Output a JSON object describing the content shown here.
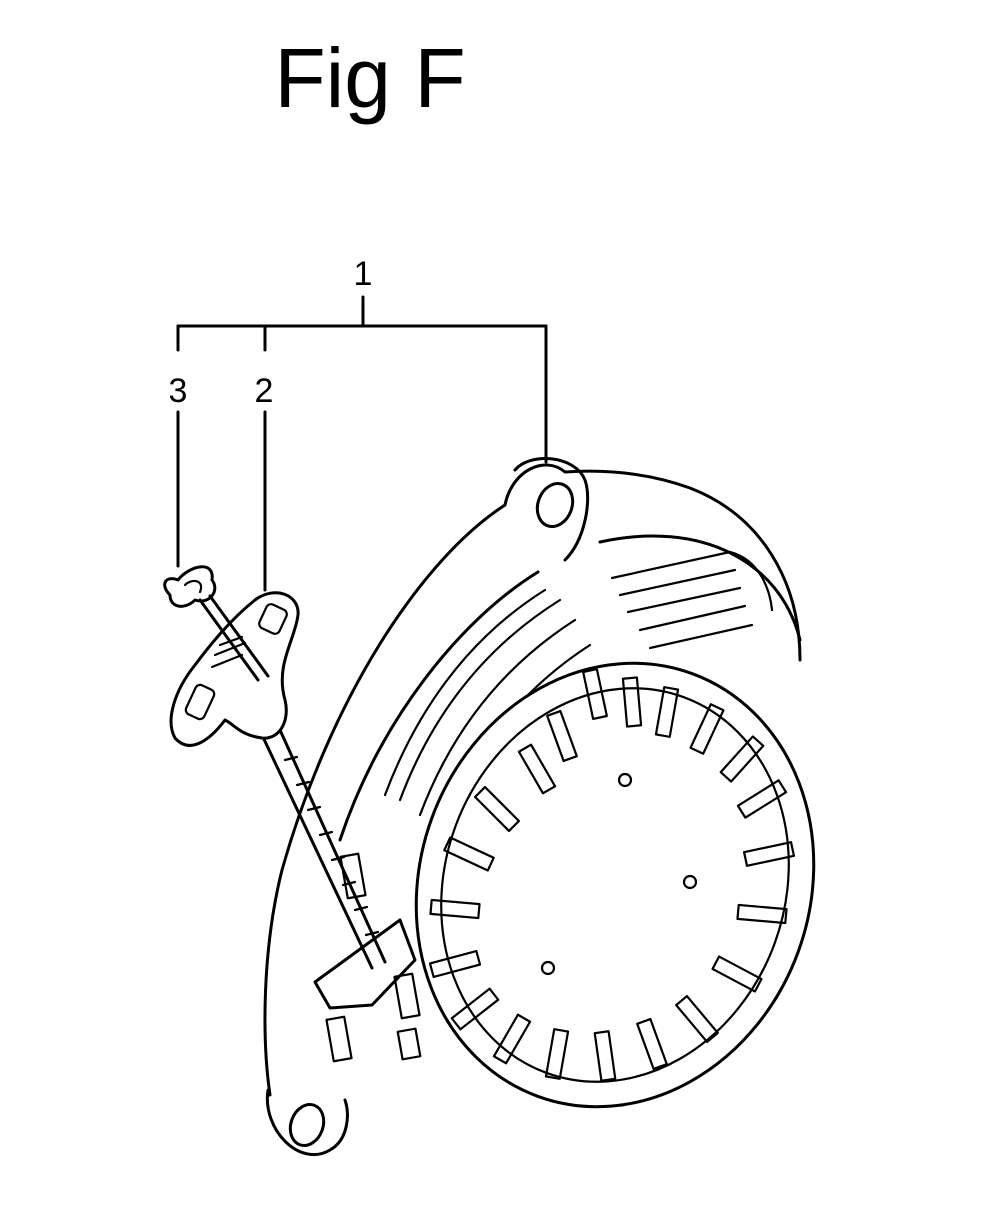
{
  "figure": {
    "title": "Fig F",
    "callouts": [
      {
        "label": "1",
        "part": "starter-assembly"
      },
      {
        "label": "2",
        "part": "starter-handle"
      },
      {
        "label": "3",
        "part": "rope-knot"
      }
    ]
  },
  "colors": {
    "line": "#000000",
    "background": "#ffffff"
  }
}
